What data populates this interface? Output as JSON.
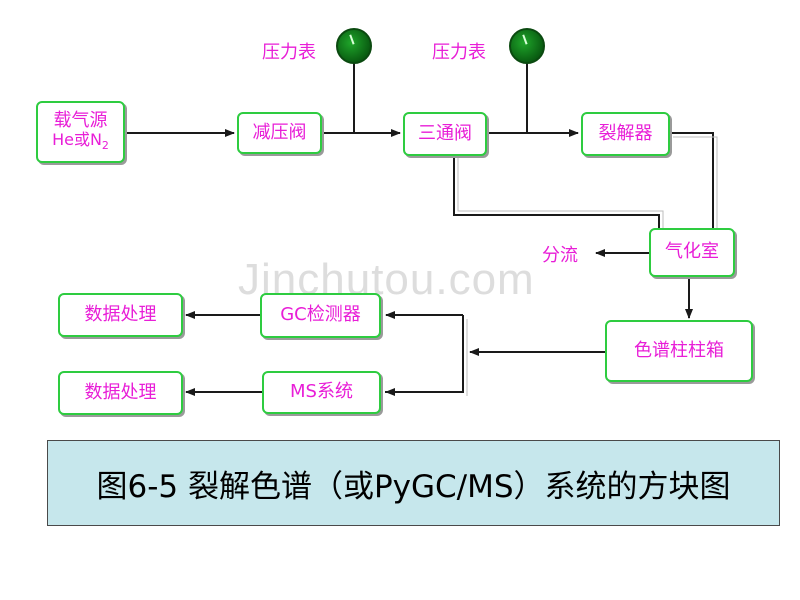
{
  "nodes": {
    "carrier_gas_line1": "载气源",
    "carrier_gas_line2_a": "He或N",
    "carrier_gas_line2_sub": "2",
    "pressure_reducer": "减压阀",
    "three_way_valve": "三通阀",
    "pyrolyzer": "裂解器",
    "vaporizer": "气化室",
    "split_label": "分流",
    "column_oven": "色谱柱柱箱",
    "gc_detector": "GC检测器",
    "ms_system": "MS系统",
    "data_processing_top": "数据处理",
    "data_processing_bottom": "数据处理"
  },
  "gauges": {
    "label_1": "压力表",
    "label_2": "压力表"
  },
  "watermark": "Jinchutou.com",
  "caption": "图6-5 裂解色谱（或PyGC/MS）系统的方块图",
  "colors": {
    "box_border": "#2ecc40",
    "text": "#e81ed7",
    "caption_bg": "#c6e7ec",
    "gauge": "#1fa52a"
  }
}
